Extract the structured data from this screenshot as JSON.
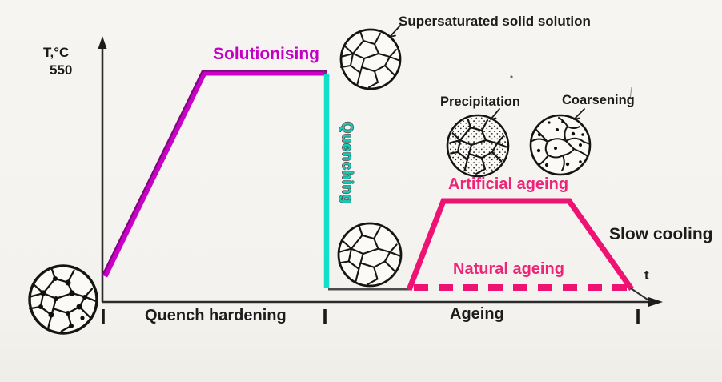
{
  "colors": {
    "magenta": "#c800c8",
    "magenta_dark_edge": "#7c0879",
    "cyan": "#12dfc7",
    "pink": "#ee1273",
    "axis": "#2b2b2b",
    "text": "#1c1c1c",
    "background": "#f4f2ee"
  },
  "axis": {
    "y_label": "T,°C",
    "y_tick": "550",
    "x_label": "t"
  },
  "stages": {
    "solutionising": "Solutionising",
    "quenching": "Quenching",
    "artificial_ageing": "Artificial ageing",
    "natural_ageing": "Natural ageing",
    "slow_cooling": "Slow cooling"
  },
  "phases": {
    "quench_hardening": "Quench hardening",
    "ageing": "Ageing"
  },
  "microstructures": {
    "supersaturated": "Supersaturated solid solution",
    "precipitation": "Precipitation",
    "coarsening": "Coarsening"
  },
  "chart_data": {
    "type": "line",
    "title": "Age-hardening (precipitation hardening) heat treatment cycle",
    "xlabel": "t",
    "ylabel": "T,°C",
    "y_reference_tick": 550,
    "grid": false,
    "series": [
      {
        "name": "Solutionising",
        "color": "#c800c8",
        "style": "solid",
        "points_t_T": [
          [
            0.0,
            25
          ],
          [
            0.18,
            550
          ],
          [
            0.41,
            550
          ]
        ]
      },
      {
        "name": "Quenching",
        "color": "#12dfc7",
        "style": "solid",
        "points_t_T": [
          [
            0.41,
            550
          ],
          [
            0.41,
            25
          ]
        ]
      },
      {
        "name": "Artificial ageing",
        "color": "#ee1273",
        "style": "solid",
        "points_t_T": [
          [
            0.56,
            25
          ],
          [
            0.62,
            190
          ],
          [
            0.85,
            190
          ],
          [
            0.96,
            25
          ]
        ]
      },
      {
        "name": "Natural ageing",
        "color": "#ee1273",
        "style": "dashed",
        "points_t_T": [
          [
            0.56,
            25
          ],
          [
            0.96,
            25
          ]
        ]
      }
    ],
    "x_phase_regions": [
      {
        "label": "Quench hardening",
        "from": 0.0,
        "to": 0.41
      },
      {
        "label": "Ageing",
        "from": 0.41,
        "to": 0.96
      }
    ],
    "annotations": [
      "Supersaturated solid solution",
      "Precipitation",
      "Coarsening",
      "Slow cooling"
    ]
  }
}
